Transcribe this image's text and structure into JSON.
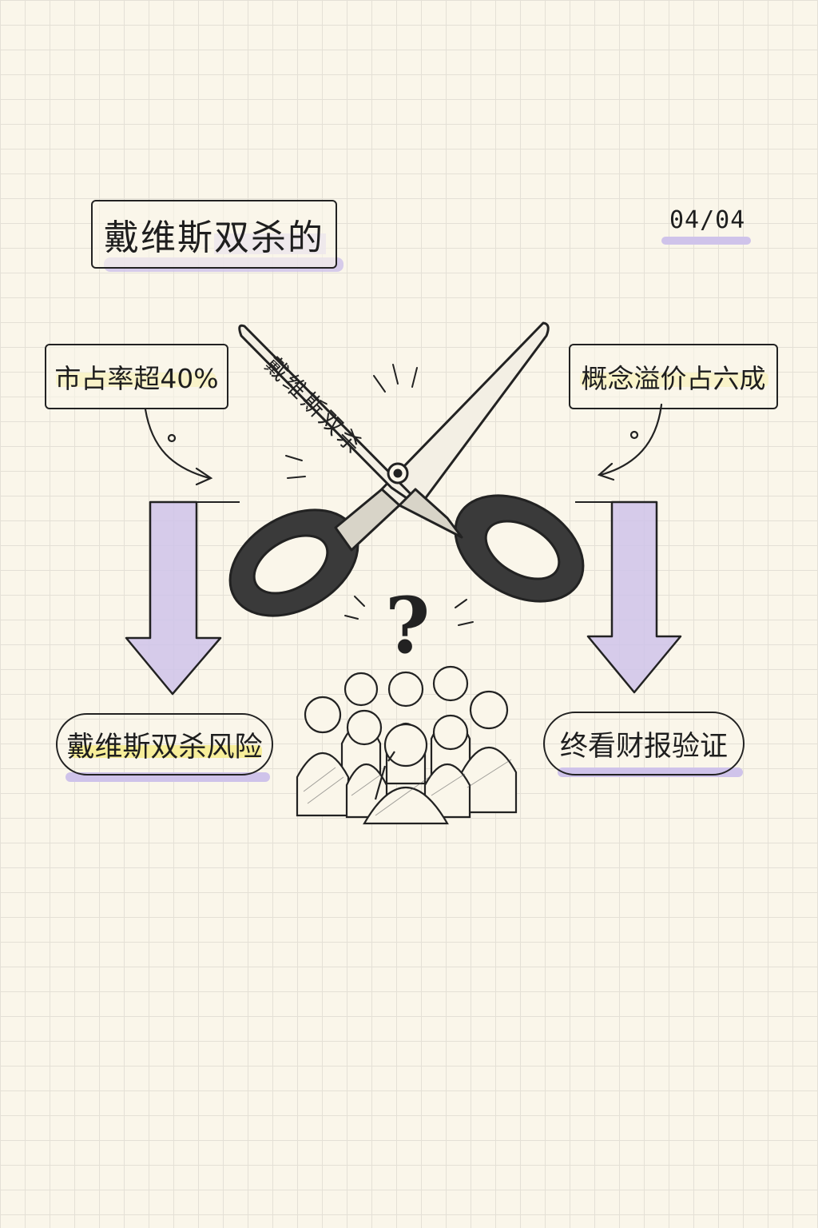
{
  "title": "戴维斯双杀的",
  "page_indicator": "04/04",
  "left_label": "市占率超40%",
  "right_label": "概念溢价占六成",
  "scissors_blade_text": "戴维斯双杀",
  "question_mark": "?",
  "left_result": "戴维斯双杀风险",
  "right_result": "终看财报验证",
  "colors": {
    "background": "#faf6ea",
    "grid": "#e4e0d6",
    "lavender": "#cfc3ea",
    "highlight_yellow": "#f6ec8c",
    "ink": "#222222"
  },
  "icons": [
    "scissors-icon",
    "question-mark-icon",
    "crowd-icon",
    "down-arrow-icon",
    "curved-arrow-icon"
  ]
}
